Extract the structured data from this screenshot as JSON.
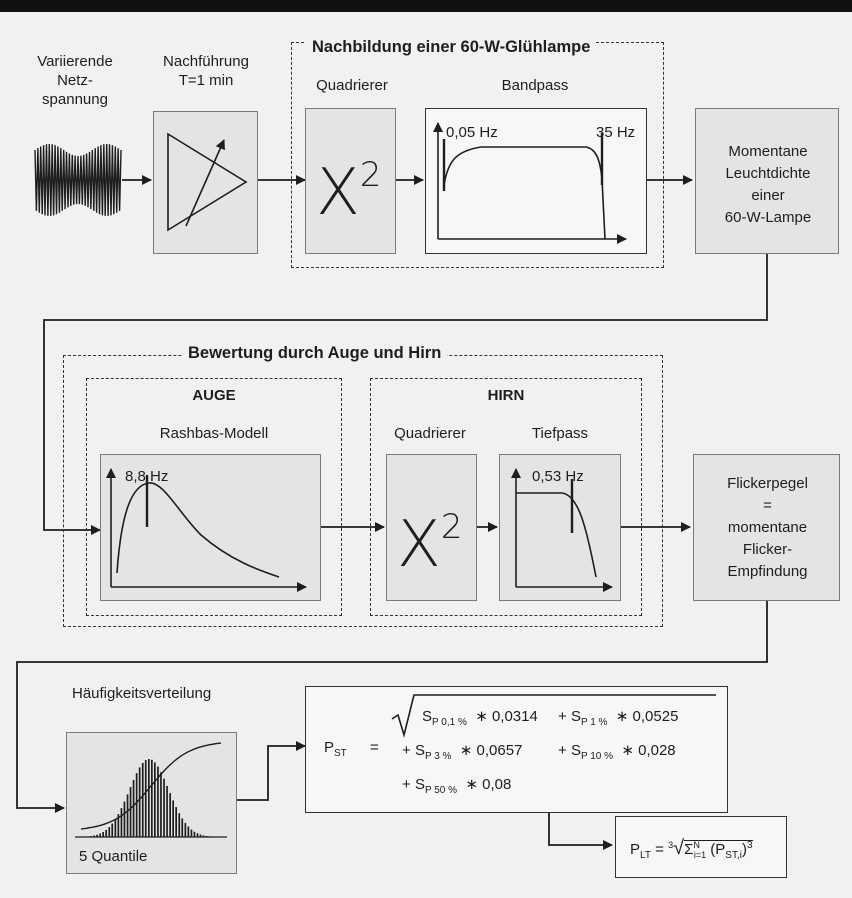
{
  "top": {
    "input_label": "Variierende\nNetz-\nspannung",
    "tracking_label": "Nachführung\nT=1 min",
    "lamp_title": "Nachbildung einer 60-W-Glühlampe",
    "squarer_label": "Quadrierer",
    "bandpass_label": "Bandpass",
    "bandpass_low": "0,05 Hz",
    "bandpass_high": "35 Hz",
    "x2_symbol": "X",
    "x2_exp": "2",
    "lamp_output": "Momentane\nLeuchtdichte\neiner\n60-W-Lampe"
  },
  "middle": {
    "title": "Bewertung durch Auge und Hirn",
    "eye_title": "AUGE",
    "eye_model": "Rashbas-Modell",
    "eye_freq": "8,8 Hz",
    "brain_title": "HIRN",
    "squarer_label": "Quadrierer",
    "lowpass_label": "Tiefpass",
    "lowpass_freq": "0,53 Hz",
    "x2_symbol": "X",
    "x2_exp": "2",
    "flicker_output": "Flickerpegel\n=\nmomentane\nFlicker-\nEmpfindung"
  },
  "bottom": {
    "distribution_label": "Häufigkeitsverteilung",
    "quantiles_label": "5 Quantile",
    "pst_lhs": "P",
    "pst_lhs_sub": "ST",
    "equals": "=",
    "terms": [
      {
        "prefix": "",
        "s": "S",
        "sub": "P 0,1 %",
        "coef": "0,0314"
      },
      {
        "prefix": "+",
        "s": "S",
        "sub": "P 1 %",
        "coef": "0,0525"
      },
      {
        "prefix": "+",
        "s": "S",
        "sub": "P 3 %",
        "coef": "0,0657"
      },
      {
        "prefix": "+",
        "s": "S",
        "sub": "P 10 %",
        "coef": "0,028"
      },
      {
        "prefix": "+",
        "s": "S",
        "sub": "P 50 %",
        "coef": "0,08"
      }
    ],
    "times": "∗",
    "plt_lhs": "P",
    "plt_lhs_sub": "LT",
    "plt_root_index": "3",
    "plt_sum_upper": "N",
    "plt_sum_lower": "i=1",
    "plt_inner": "(P",
    "plt_inner_sub": "ST,i",
    "plt_inner_close": ")",
    "plt_power": "3"
  }
}
